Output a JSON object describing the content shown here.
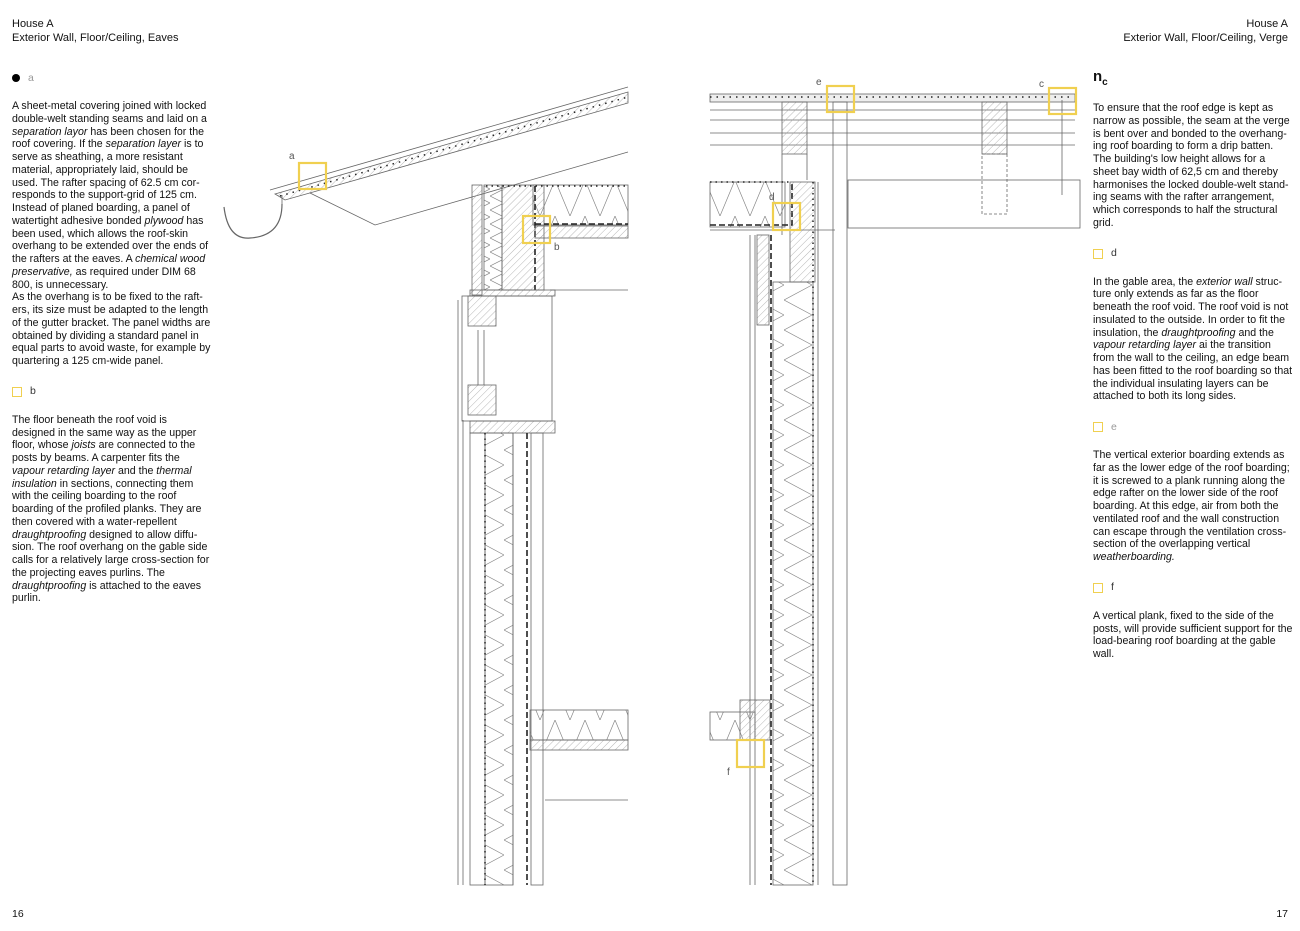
{
  "left_page": {
    "header_title": "House A",
    "header_subtitle": "Exterior Wall, Floor/Ceiling, Eaves",
    "page_number": "16",
    "sections": [
      {
        "marker": "a",
        "marker_style": "dot",
        "paragraphs": [
          [
            {
              "t": "A sheet-metal covering joined with locked double-welt standing seams and laid on a "
            },
            {
              "t": "separation layor",
              "i": true
            },
            {
              "t": " has been chosen for the roof covering. If the "
            },
            {
              "t": "separation layer",
              "i": true
            },
            {
              "t": " is to serve as sheathing, a more resistant material, appropriately laid, should be used. The rafter spacing of 62.5 cm cor­responds to the support-grid of 125 cm. Instead of planed boarding, a panel of watertight adhesive bonded "
            },
            {
              "t": "plywood",
              "i": true
            },
            {
              "t": " has been used, which allows the roof-skin overhang to be extended over the ends of the rafters at the eaves. A "
            },
            {
              "t": "chemical wood preservative,",
              "i": true
            },
            {
              "t": " as required under DIM 68 800, is unnecessary."
            }
          ],
          [
            {
              "t": "As the overhang is to be fixed to the raft­ers, its size must be adapted to the length of the gutter bracket. The panel widths are obtained by dividing a standard panel in equal parts to avoid waste, for example by quartering a 125 cm-wide panel."
            }
          ]
        ]
      },
      {
        "marker": "b",
        "marker_style": "square",
        "paragraphs": [
          [
            {
              "t": "The floor beneath the roof void is designed in the same way as the upper floor, whose "
            },
            {
              "t": "joists",
              "i": true
            },
            {
              "t": " are connected to the posts by beams. A carpenter fits the "
            },
            {
              "t": "vapour retarding layer",
              "i": true
            },
            {
              "t": " and the "
            },
            {
              "t": "thermal insulation",
              "i": true
            },
            {
              "t": " in sections, connecting them with the ceiling boarding to the roof boarding of the profiled planks. They are then covered with a water-repellent "
            },
            {
              "t": "draughtproofing",
              "i": true
            },
            {
              "t": " designed to allow diffu­sion. The roof overhang on the gable side calls for a relatively large cross-section for the projecting eaves purlins. The "
            },
            {
              "t": "draughtproofing",
              "i": true
            },
            {
              "t": " is attached to the eaves purlin."
            }
          ]
        ]
      }
    ],
    "drawing_labels": [
      "a",
      "b"
    ]
  },
  "right_page": {
    "header_title": "House A",
    "header_subtitle": "Exterior Wall, Floor/Ceiling, Verge",
    "page_number": "17",
    "sections": [
      {
        "marker": "c",
        "marker_style": "big",
        "paragraphs": [
          [
            {
              "t": "To ensure that the roof edge is kept as narrow as possible, the seam at the verge is bent over and bonded to the overhang­ing roof boarding to form a drip batten. The building's low height allows for a sheet bay width of 62,5 cm and thereby harmonises the locked double-welt stand­ing seams with the rafter arrangement, which corresponds to half the structural grid."
            }
          ]
        ]
      },
      {
        "marker": "d",
        "marker_style": "square",
        "paragraphs": [
          [
            {
              "t": "In the gable area, the "
            },
            {
              "t": "exterior wall",
              "i": true
            },
            {
              "t": " struc­ture only extends as far as the floor beneath the roof void. The roof void is not insulated to the outside. In order to fit the insulation, the "
            },
            {
              "t": "draughtproofing",
              "i": true
            },
            {
              "t": " and the "
            },
            {
              "t": "vapour retarding layer",
              "i": true
            },
            {
              "t": " ai the transition from the wall to the ceiling, an edge beam has been fitted to the roof boarding so that the individual insulating layers can be attached to both its long sides."
            }
          ]
        ]
      },
      {
        "marker": "e",
        "marker_style": "square",
        "paragraphs": [
          [
            {
              "t": "The vertical exterior boarding extends as far as the lower edge of the roof board­ing; it is screwed to a plank running along the edge rafter on the lower side of the roof boarding. At this edge, air from both the ventilated roof and the wall construc­tion can escape through the ventilation cross-section of the overlapping vertical "
            },
            {
              "t": "weatherboarding.",
              "i": true
            }
          ]
        ]
      },
      {
        "marker": "f",
        "marker_style": "square",
        "paragraphs": [
          [
            {
              "t": "A vertical plank, fixed to the side of the posts, will provide sufficient support for the load-bearing roof boarding at the gable wall."
            }
          ]
        ]
      }
    ],
    "drawing_labels": [
      "e",
      "c",
      "d",
      "f"
    ]
  },
  "colors": {
    "highlight": "#f0d050",
    "line": "#555555",
    "hatch": "#999999"
  }
}
